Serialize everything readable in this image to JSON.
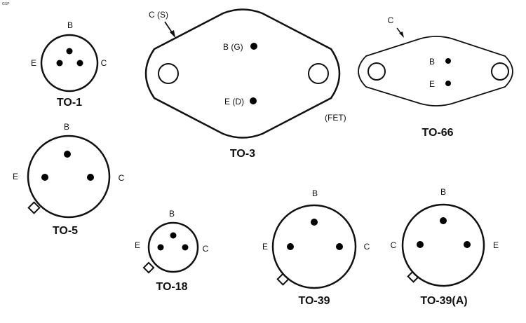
{
  "logo": "GSP",
  "packages": {
    "to1": {
      "title": "TO-1",
      "b": "B",
      "e": "E",
      "c": "C"
    },
    "to3": {
      "title": "TO-3",
      "case": "C (S)",
      "b": "B (G)",
      "e": "E (D)",
      "note": "(FET)"
    },
    "to66": {
      "title": "TO-66",
      "case": "C",
      "b": "B",
      "e": "E"
    },
    "to5": {
      "title": "TO-5",
      "b": "B",
      "e": "E",
      "c": "C"
    },
    "to18": {
      "title": "TO-18",
      "b": "B",
      "e": "E",
      "c": "C"
    },
    "to39": {
      "title": "TO-39",
      "b": "B",
      "e": "E",
      "c": "C"
    },
    "to39a": {
      "title": "TO-39(A)",
      "b": "B",
      "left": "C",
      "right": "E"
    }
  }
}
